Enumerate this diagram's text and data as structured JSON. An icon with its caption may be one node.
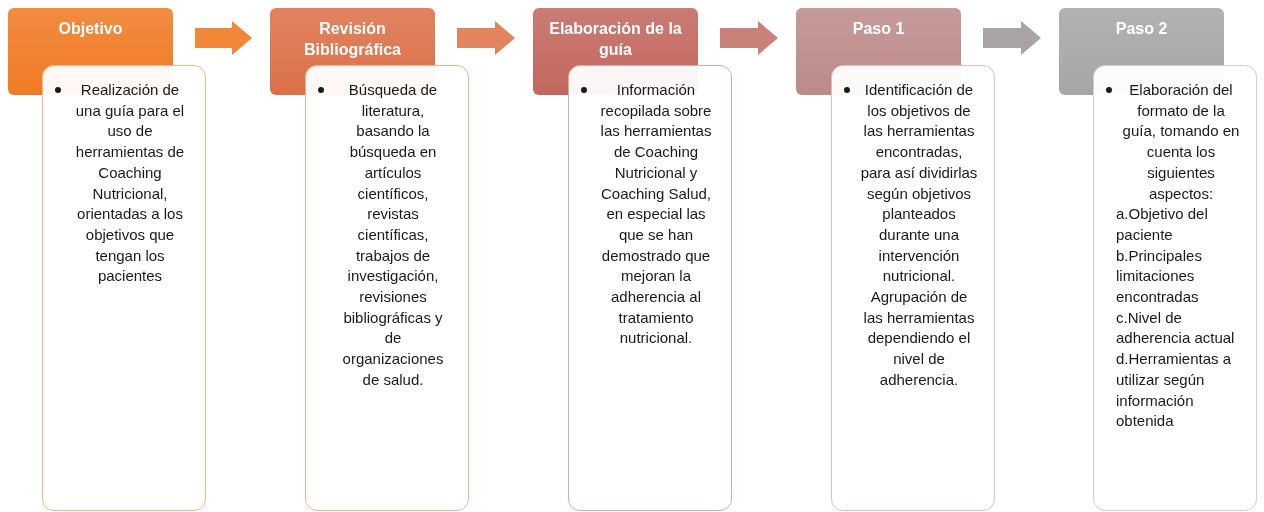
{
  "diagram": {
    "nodes": [
      {
        "text": [
          "Objetivo"
        ]
      },
      {
        "text": [
          "Realización de una guía para el uso de herramientas de Coaching Nutricional, orientadas a los objetivos que tengan los pacientes"
        ]
      },
      {
        "text": [
          "Revisión Bibliográfica"
        ]
      },
      {
        "text": [
          "Búsqueda de literatura, basando la búsqueda en artículos científicos, revistas científicas, trabajos de investigación, revisiones bibliográficas y de organizaciones de salud."
        ]
      },
      {
        "text": [
          "Elaboración de la guía"
        ]
      },
      {
        "text": [
          "Información recopilada sobre las herramientas de Coaching Nutricional y Coaching Salud, en especial las que se han demostrado que mejoran la adherencia al tratamiento nutricional."
        ]
      },
      {
        "text": [
          "Paso 1"
        ]
      },
      {
        "text": [
          "Identificación de los objetivos de las herramientas encontradas, para así dividirlas según objetivos planteados durante una intervención nutricional.",
          "Agrupación de las herramientas dependiendo el nivel de adherencia."
        ]
      },
      {
        "text": [
          "Paso 2"
        ]
      },
      {
        "text": [
          "Elaboración del formato de la guía, tomando en cuenta los siguientes aspectos:",
          "a.Objetivo del paciente",
          "b.Principales limitaciones encontradas",
          "c.Nivel de adherencia actual",
          "d.Herramientas a utilizar según información obtenida"
        ]
      }
    ],
    "edges": [
      {
        "from": 0,
        "to": 2,
        "arrow": "to",
        "style": "thick",
        "color": "#f2873a"
      },
      {
        "from": 2,
        "to": 4,
        "arrow": "to",
        "style": "thick",
        "color": "#e2845e"
      },
      {
        "from": 4,
        "to": 6,
        "arrow": "to",
        "style": "thick",
        "color": "#c98279"
      },
      {
        "from": 6,
        "to": 8,
        "arrow": "to",
        "style": "thick",
        "color": "#a9a3a3"
      }
    ]
  }
}
